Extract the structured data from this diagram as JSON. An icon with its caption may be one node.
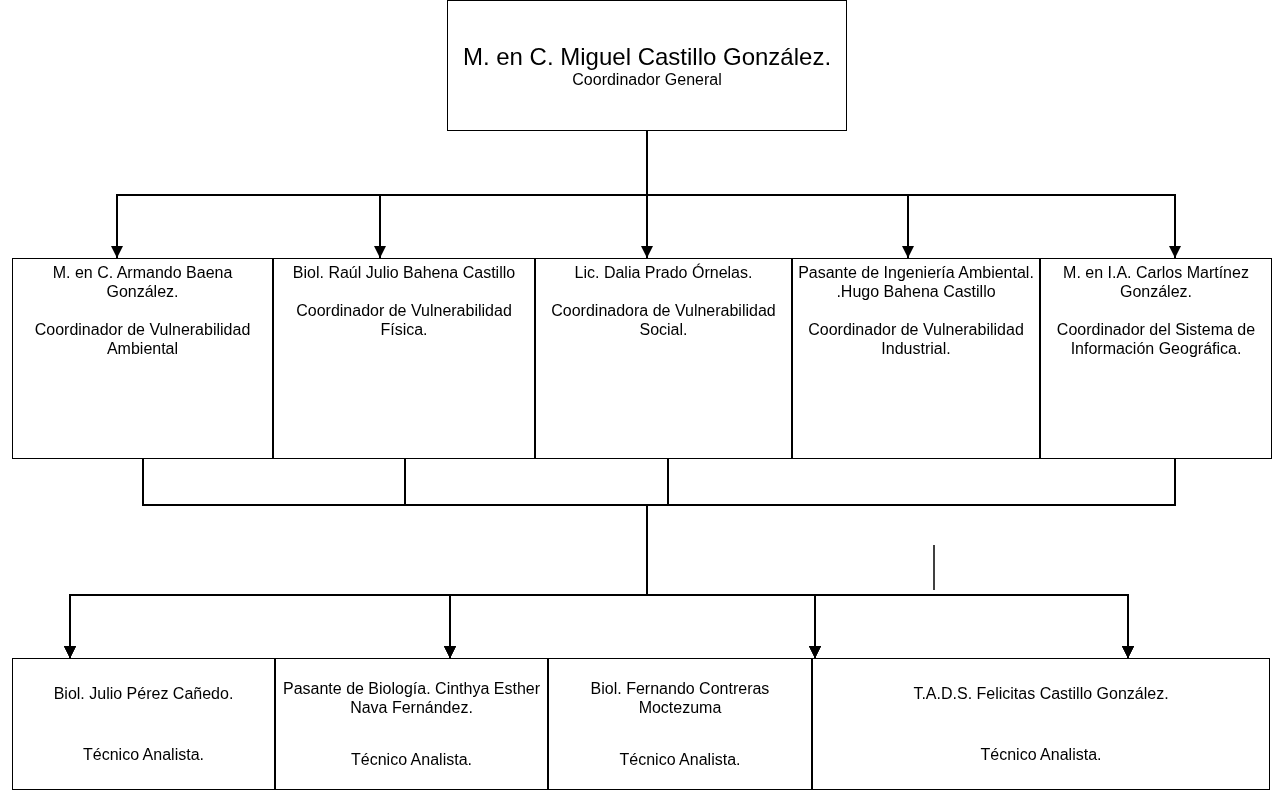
{
  "diagram": {
    "nodes": [
      {
        "text": [
          "M. en C. Miguel Castillo González.",
          "Coordinador General"
        ]
      },
      {
        "text": [
          "M. en C. Armando Baena González.",
          "Coordinador de Vulnerabilidad Ambiental"
        ]
      },
      {
        "text": [
          "Biol. Raúl Julio Bahena Castillo",
          "Coordinador de Vulnerabilidad Física."
        ]
      },
      {
        "text": [
          "Lic. Dalia Prado Órnelas.",
          "Coordinadora de Vulnerabilidad Social."
        ]
      },
      {
        "text": [
          "Pasante de Ingeniería Ambiental. .Hugo Bahena Castillo",
          "Coordinador de Vulnerabilidad Industrial."
        ]
      },
      {
        "text": [
          "M. en I.A. Carlos Martínez González.",
          "Coordinador del Sistema de Información Geográfica."
        ]
      },
      {
        "text": [
          "Biol. Julio Pérez Cañedo.",
          "Técnico Analista."
        ]
      },
      {
        "text": [
          "Pasante de Biología. Cinthya Esther Nava Fernández.",
          "Técnico Analista."
        ]
      },
      {
        "text": [
          "Biol. Fernando Contreras Moctezuma",
          "Técnico Analista."
        ]
      },
      {
        "text": [
          "T.A.D.S. Felicitas Castillo González.",
          "Técnico Analista."
        ]
      }
    ],
    "edges": [
      {
        "from": 0,
        "to": 1,
        "arrow": "to"
      },
      {
        "from": 0,
        "to": 2,
        "arrow": "to"
      },
      {
        "from": 0,
        "to": 3,
        "arrow": "to"
      },
      {
        "from": 0,
        "to": 4,
        "arrow": "to"
      },
      {
        "from": 0,
        "to": 5,
        "arrow": "to"
      },
      {
        "from": 1,
        "to": 6,
        "arrow": "to"
      },
      {
        "from": 1,
        "to": 7,
        "arrow": "to"
      },
      {
        "from": 1,
        "to": 8,
        "arrow": "to"
      },
      {
        "from": 1,
        "to": 9,
        "arrow": "to"
      },
      {
        "from": 2,
        "to": 6,
        "arrow": "to"
      },
      {
        "from": 2,
        "to": 7,
        "arrow": "to"
      },
      {
        "from": 2,
        "to": 8,
        "arrow": "to"
      },
      {
        "from": 2,
        "to": 9,
        "arrow": "to"
      },
      {
        "from": 3,
        "to": 6,
        "arrow": "to"
      },
      {
        "from": 3,
        "to": 7,
        "arrow": "to"
      },
      {
        "from": 3,
        "to": 8,
        "arrow": "to"
      },
      {
        "from": 3,
        "to": 9,
        "arrow": "to"
      },
      {
        "from": 5,
        "to": 6,
        "arrow": "to"
      },
      {
        "from": 5,
        "to": 7,
        "arrow": "to"
      },
      {
        "from": 5,
        "to": 8,
        "arrow": "to"
      },
      {
        "from": 5,
        "to": 9,
        "arrow": "to"
      }
    ]
  }
}
